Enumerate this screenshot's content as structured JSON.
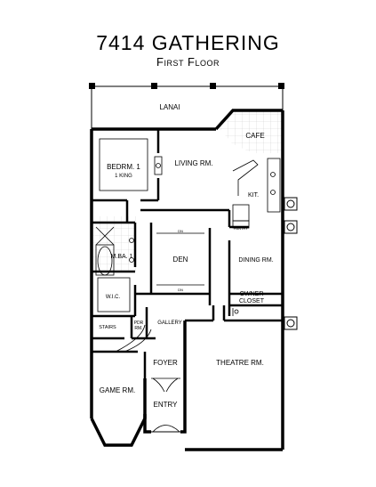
{
  "plan": {
    "title": "7414 GATHERING",
    "subtitle": "First Floor"
  },
  "rooms": {
    "lanai": "LANAI",
    "cafe": "CAFE",
    "bedroom": "BEDRM. 1",
    "bedroom_bed": "1 KING",
    "living": "LIVING RM.",
    "kitchen": "KIT.",
    "pantry": "PANTRY",
    "mba": "M.BA. 1",
    "den": "DEN",
    "dining": "DINING RM.",
    "wic": "W.I.C.",
    "owner_closet_1": "OWNER",
    "owner_closet_2": "CLOSET",
    "pdr_1": "PDR",
    "pdr_2": "RM.",
    "gallery": "GALLERY",
    "stairs": "STAIRS",
    "foyer": "FOYER",
    "theatre": "THEATRE RM.",
    "game": "GAME RM.",
    "entry": "ENTRY",
    "dn_top": "DN",
    "dn_bottom": "DN"
  },
  "colors": {
    "wall": "#000000",
    "floor_grid": "#d7d7d7",
    "fixture": "#555555"
  }
}
